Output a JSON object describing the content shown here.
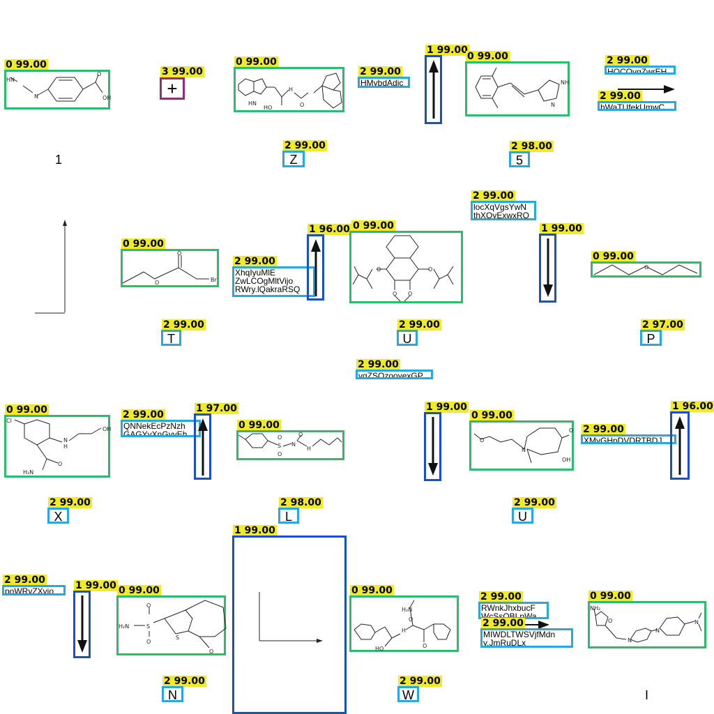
{
  "labels": {
    "mol1": "0 99.00",
    "sym1": "3 99.00",
    "mol2": "0 99.00",
    "txt_hm": "2 99.00",
    "arr1": "1 99.00",
    "mol3": "0 99.00",
    "txt_hq": "2 99.00",
    "txt_hb": "2 99.00",
    "z": "2 99.00",
    "five": "2 98.00",
    "txt_loc": "2 99.00",
    "mol4": "0 99.00",
    "txt_xhq": "2 99.00",
    "arr2": "1 96.00",
    "mol5": "0 99.00",
    "arr3": "1 99.00",
    "mol6": "0 99.00",
    "t": "2 99.00",
    "u1": "2 99.00",
    "p": "2 97.00",
    "txt_vq": "2 99.00",
    "mol7": "0 99.00",
    "txt_qnn": "2 99.00",
    "arr4": "1 97.00",
    "mol8": "0 99.00",
    "arr5": "1 99.00",
    "mol9": "0 99.00",
    "txt_xmy": "2 99.00",
    "arr6": "1 96.00",
    "x": "2 99.00",
    "l": "2 98.00",
    "u2": "2 99.00",
    "txt_pow": "2 99.00",
    "arr7": "1 99.00",
    "mol10": "0 99.00",
    "big": "1 99.00",
    "mol11": "0 99.00",
    "txt_rwn": "2 99.00",
    "txt_miw": "2 99.00",
    "mol12": "0 99.00",
    "n": "2 99.00",
    "w": "2 99.00"
  },
  "texts": {
    "hm": "HMybdAdjc",
    "hq": "HQCQygZwrEH",
    "hb": "hWaTUfekUmwC",
    "loc": "locXqVgsYwN\nthXQyExwxRQ",
    "xhq": "XhqIyuMlE\nZwLCOgMltVijo\nRWry.lQakraRSQ",
    "vq": "vqZSQzooyexGP",
    "qnn": "QNNekEcPzNzh\nGAGYyXnGyyEh",
    "xmy": "XMyGHpDVDRTBDJ",
    "pow": "poWRyZXvjo",
    "rwn": "RWnkJhxbucF\nWcSsQBLpWa",
    "miw": "MIWDLTWSVjfMdn\ny.JmRuDLx"
  },
  "letters": {
    "z": "Z",
    "five": "5",
    "t": "T",
    "u1": "U",
    "p": "P",
    "x": "X",
    "l": "L",
    "u2": "U",
    "n": "N",
    "w": "W"
  },
  "plain": {
    "one": "1",
    "i": "I"
  },
  "atoms": {
    "m1_n": "N",
    "m1_hn": "HN",
    "m1_o": "O",
    "m1_oh": "OH",
    "m2_nh": "HN",
    "m2_ho": "HO",
    "m2_o": "O",
    "m2_h": "H",
    "m3_nh": "NH",
    "m3_n": "N",
    "m4_o1": "O",
    "m4_o2": "O",
    "m4_br": "Br",
    "m5_o1": "O",
    "m5_o2": "O",
    "m5_o3": "O",
    "m5_o4": "O",
    "m6_o": "O",
    "m7_cl": "Cl",
    "m7_oh": "OH",
    "m7_nh": "N",
    "m7_h": "H",
    "m7_nh2": "H₂N",
    "m7_o": "O",
    "m8_s": "S",
    "m8_o1": "O",
    "m8_o2": "O",
    "m8_n": "N",
    "m8_h": "H",
    "m8_o3": "O",
    "m9_o1": "O",
    "m9_o2": "O",
    "m9_n": "N",
    "m9_oh": "OH",
    "m10_s1": "S",
    "m10_s2": "S",
    "m10_o1": "O",
    "m10_o2": "O",
    "m10_h2n": "H₂N",
    "m10_o3": "O",
    "m11_h2n": "H₂N",
    "m11_ho": "HO",
    "m11_o1": "O",
    "m11_o2": "O",
    "m11_nh": "H",
    "m12_nh2": "NH₂",
    "m12_o": "O",
    "m12_n1": "N",
    "m12_n2": "N",
    "m12_no2": "N",
    "sym_plus": "+"
  },
  "colors": {
    "molecule_box": "#2dbb6e",
    "text_box": "#29a8e0",
    "arrow_box": "#1a4fc9",
    "symbol_box": "#8e2f7c",
    "tag_background": "#f0ea2a"
  }
}
